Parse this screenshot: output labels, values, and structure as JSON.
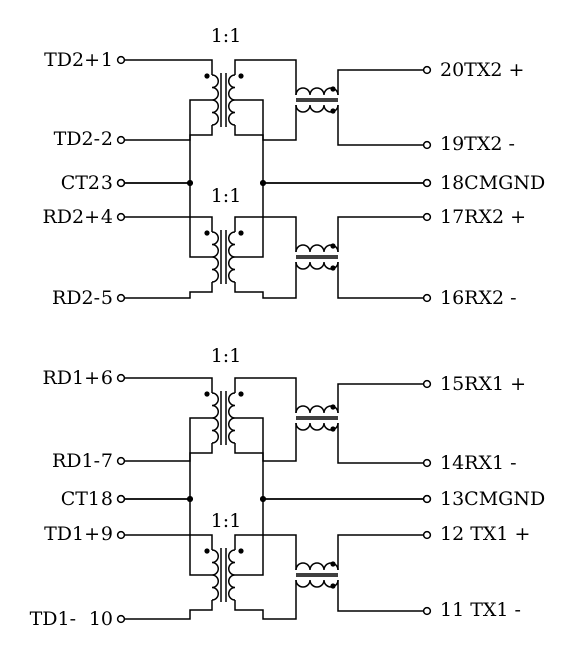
{
  "left_pins": [
    {
      "name": "TD2+",
      "num": "1"
    },
    {
      "name": "TD2-",
      "num": "2"
    },
    {
      "name": "CT2",
      "num": "3"
    },
    {
      "name": "RD2+",
      "num": "4"
    },
    {
      "name": "RD2-",
      "num": "5"
    },
    {
      "name": "RD1+",
      "num": "6"
    },
    {
      "name": "RD1-",
      "num": "7"
    },
    {
      "name": "CT1",
      "num": "8"
    },
    {
      "name": "TD1+",
      "num": "9"
    },
    {
      "name": "TD1-",
      "num": "10"
    }
  ],
  "right_pins": [
    "20TX2 +",
    "19TX2 -",
    "18CMGND",
    "17RX2 +",
    "16RX2 -",
    "15RX1 +",
    "14RX1 -",
    "13CMGND",
    "12 TX1 +",
    "11 TX1 -"
  ],
  "ratios": [
    "1:1",
    "1:1",
    "1:1",
    "1:1"
  ],
  "colors": {
    "ink": "#000000",
    "background": "#ffffff"
  }
}
